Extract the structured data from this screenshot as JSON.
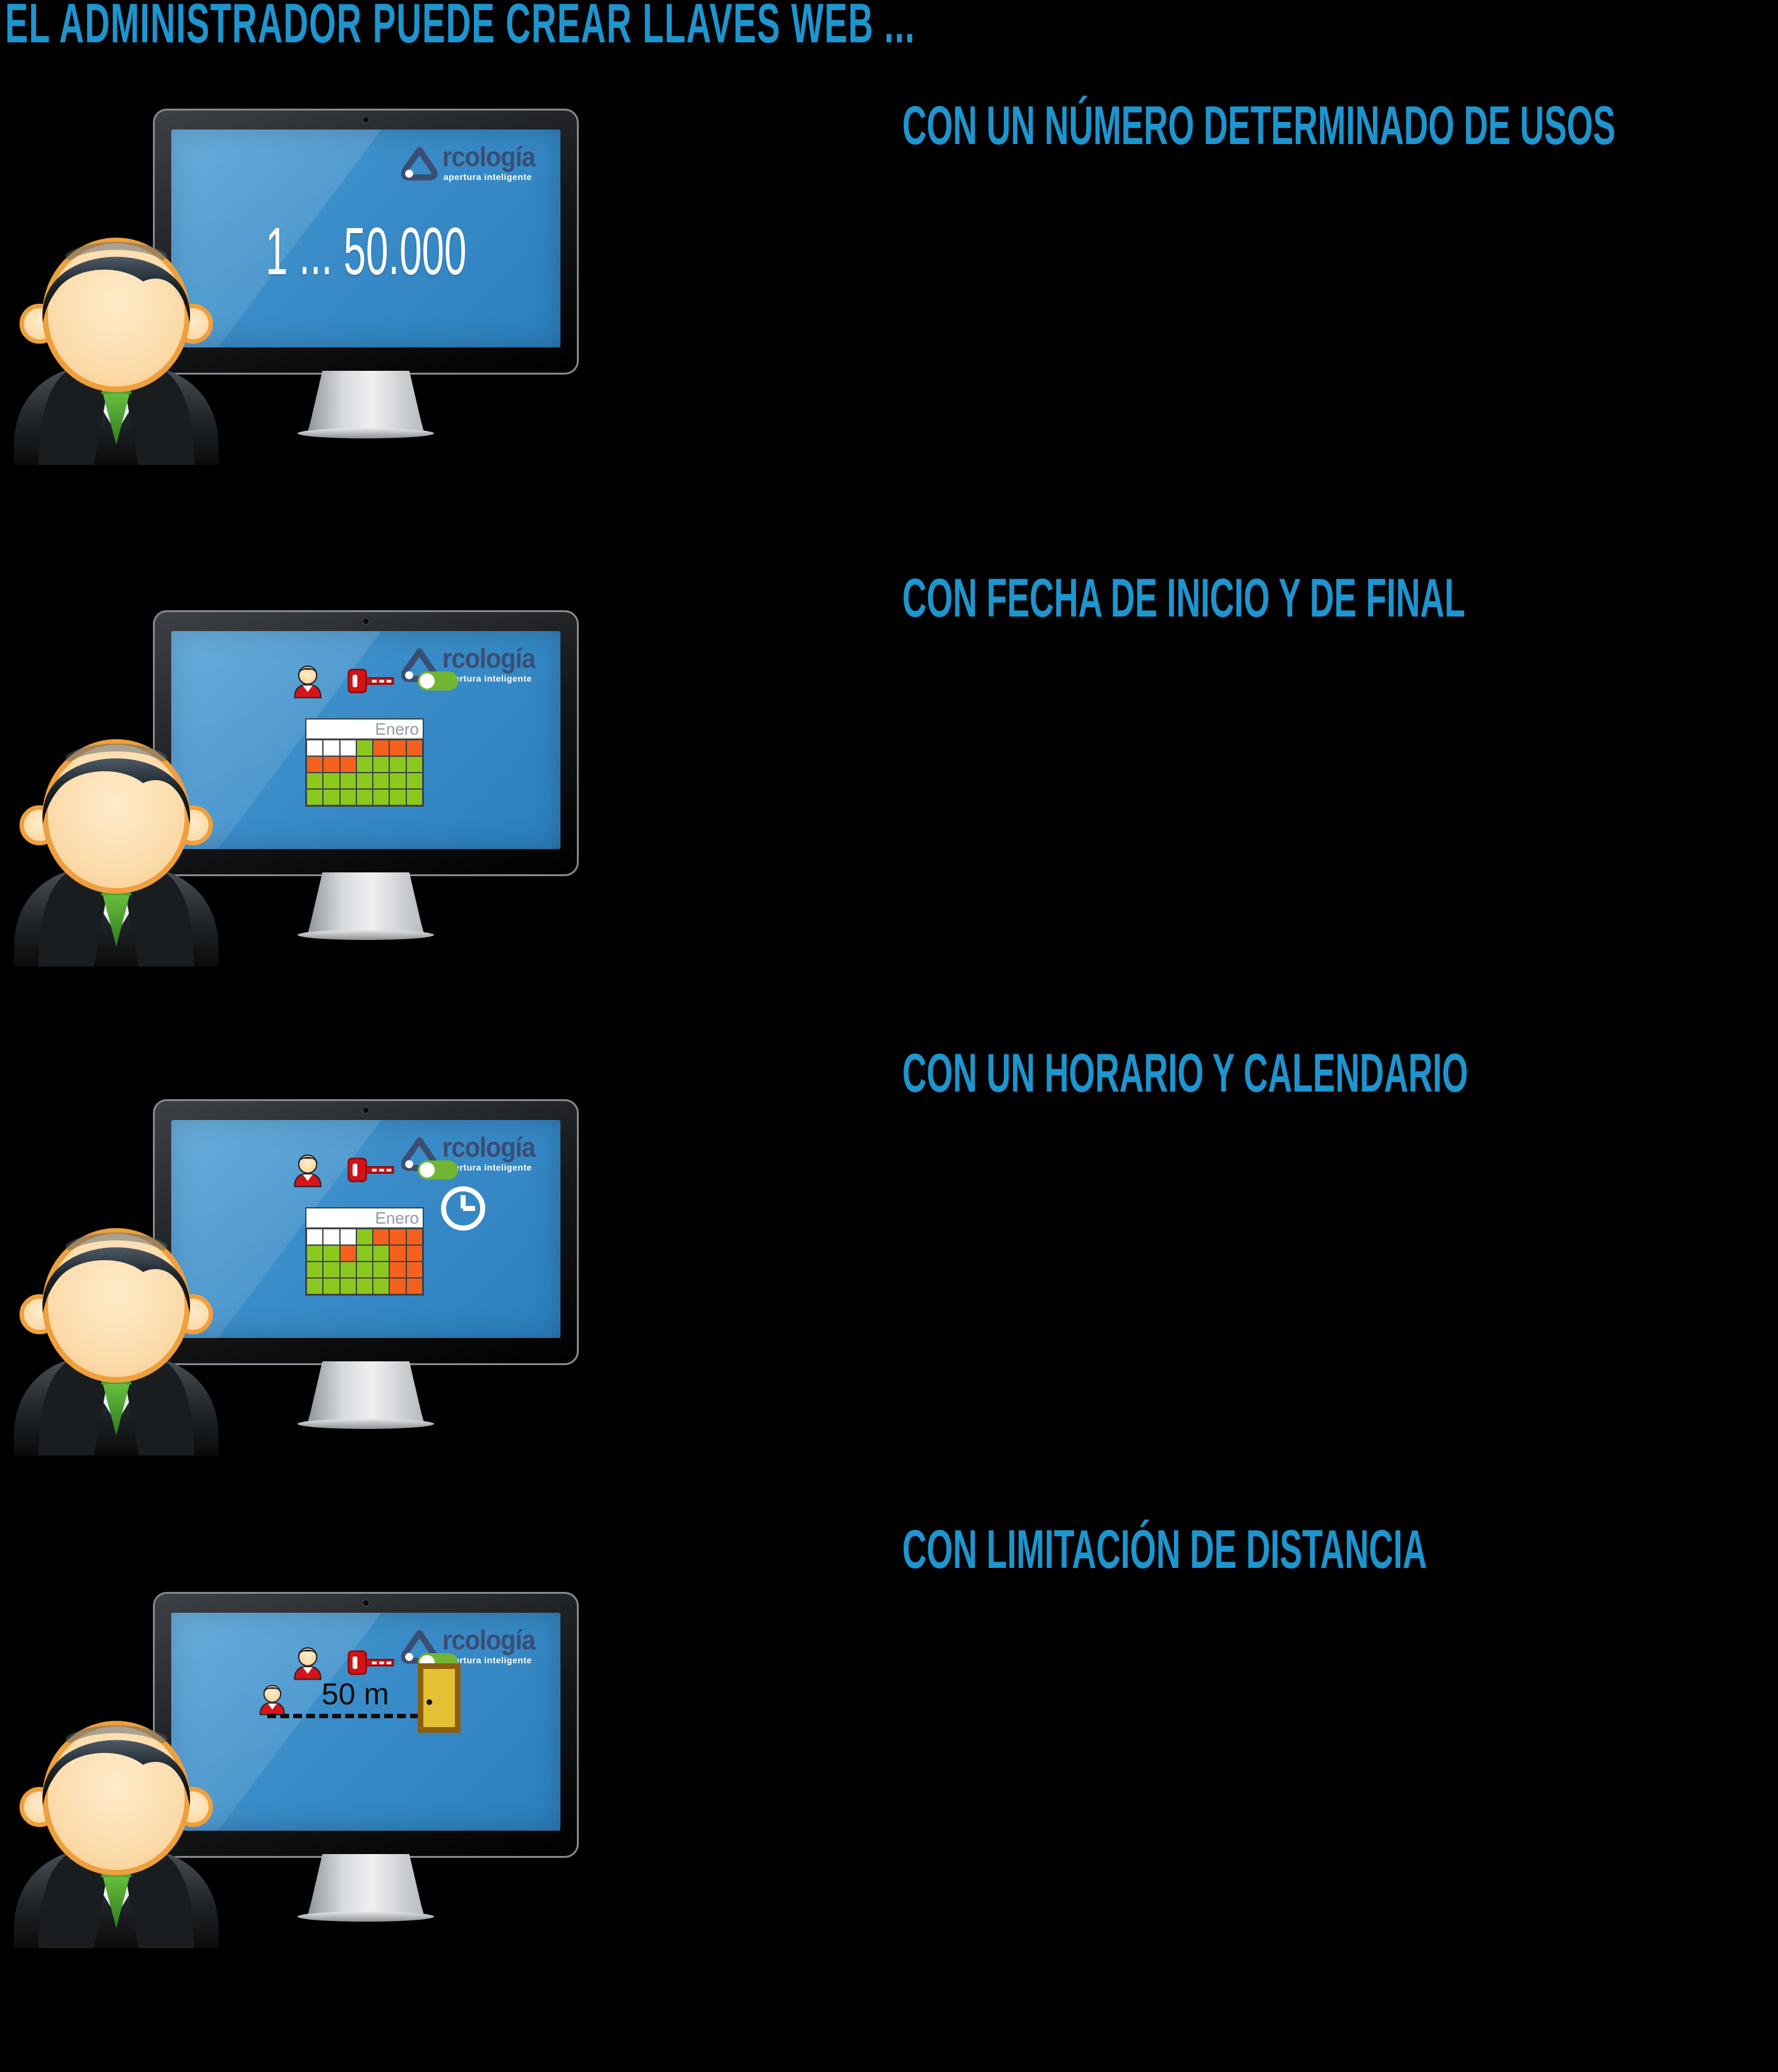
{
  "title": "EL ADMINISTRADOR PUEDE CREAR LLAVES WEB ...",
  "logo": {
    "brand": "rcología",
    "tagline": "apertura inteligente"
  },
  "rows": [
    {
      "heading": "CON UN NÚMERO DETERMINADO DE USOS",
      "screen_text": "1 ... 50.000"
    },
    {
      "heading": "CON FECHA DE INICIO Y DE FINAL",
      "calendar": {
        "month": "Enero",
        "cells": [
          [
            "w",
            "w",
            "w",
            "g",
            "o",
            "o",
            "o"
          ],
          [
            "o",
            "o",
            "o",
            "g",
            "g",
            "g",
            "g"
          ],
          [
            "g",
            "g",
            "g",
            "g",
            "g",
            "g",
            "g"
          ],
          [
            "g",
            "g",
            "g",
            "g",
            "g",
            "g",
            "g"
          ]
        ]
      }
    },
    {
      "heading": "CON UN HORARIO Y CALENDARIO",
      "calendar": {
        "month": "Enero",
        "cells": [
          [
            "w",
            "w",
            "w",
            "g",
            "o",
            "o",
            "o"
          ],
          [
            "g",
            "g",
            "o",
            "g",
            "g",
            "o",
            "o"
          ],
          [
            "g",
            "g",
            "g",
            "g",
            "g",
            "o",
            "o"
          ],
          [
            "g",
            "g",
            "g",
            "g",
            "g",
            "o",
            "o"
          ]
        ]
      }
    },
    {
      "heading": "CON LIMITACIÓN DE DISTANCIA",
      "distance_label": "50 m"
    }
  ],
  "icons": {
    "logo_mark": "rounded-triangle-badge",
    "avatar": "businessman-in-suit",
    "screen_person": "user-red-shirt",
    "screen_key": "red-key",
    "screen_toggle": "toggle-on",
    "clock": "clock-face",
    "door": "yellow-door",
    "webcam": "camera-dot"
  },
  "colors": {
    "background": "#000000",
    "heading_blue": "#1d95cf",
    "screen_blue_light": "#4da0d6",
    "screen_blue_dark": "#2b80be",
    "logo_navy": "#3a4e73",
    "calendar_green": "#8bc81e",
    "calendar_orange": "#f4611d",
    "toggle_green": "#72b532",
    "key_red": "#d11317",
    "door_yellow": "#e6c033",
    "door_frame_brown": "#8a5f12",
    "tie_green": "#46a52e"
  }
}
